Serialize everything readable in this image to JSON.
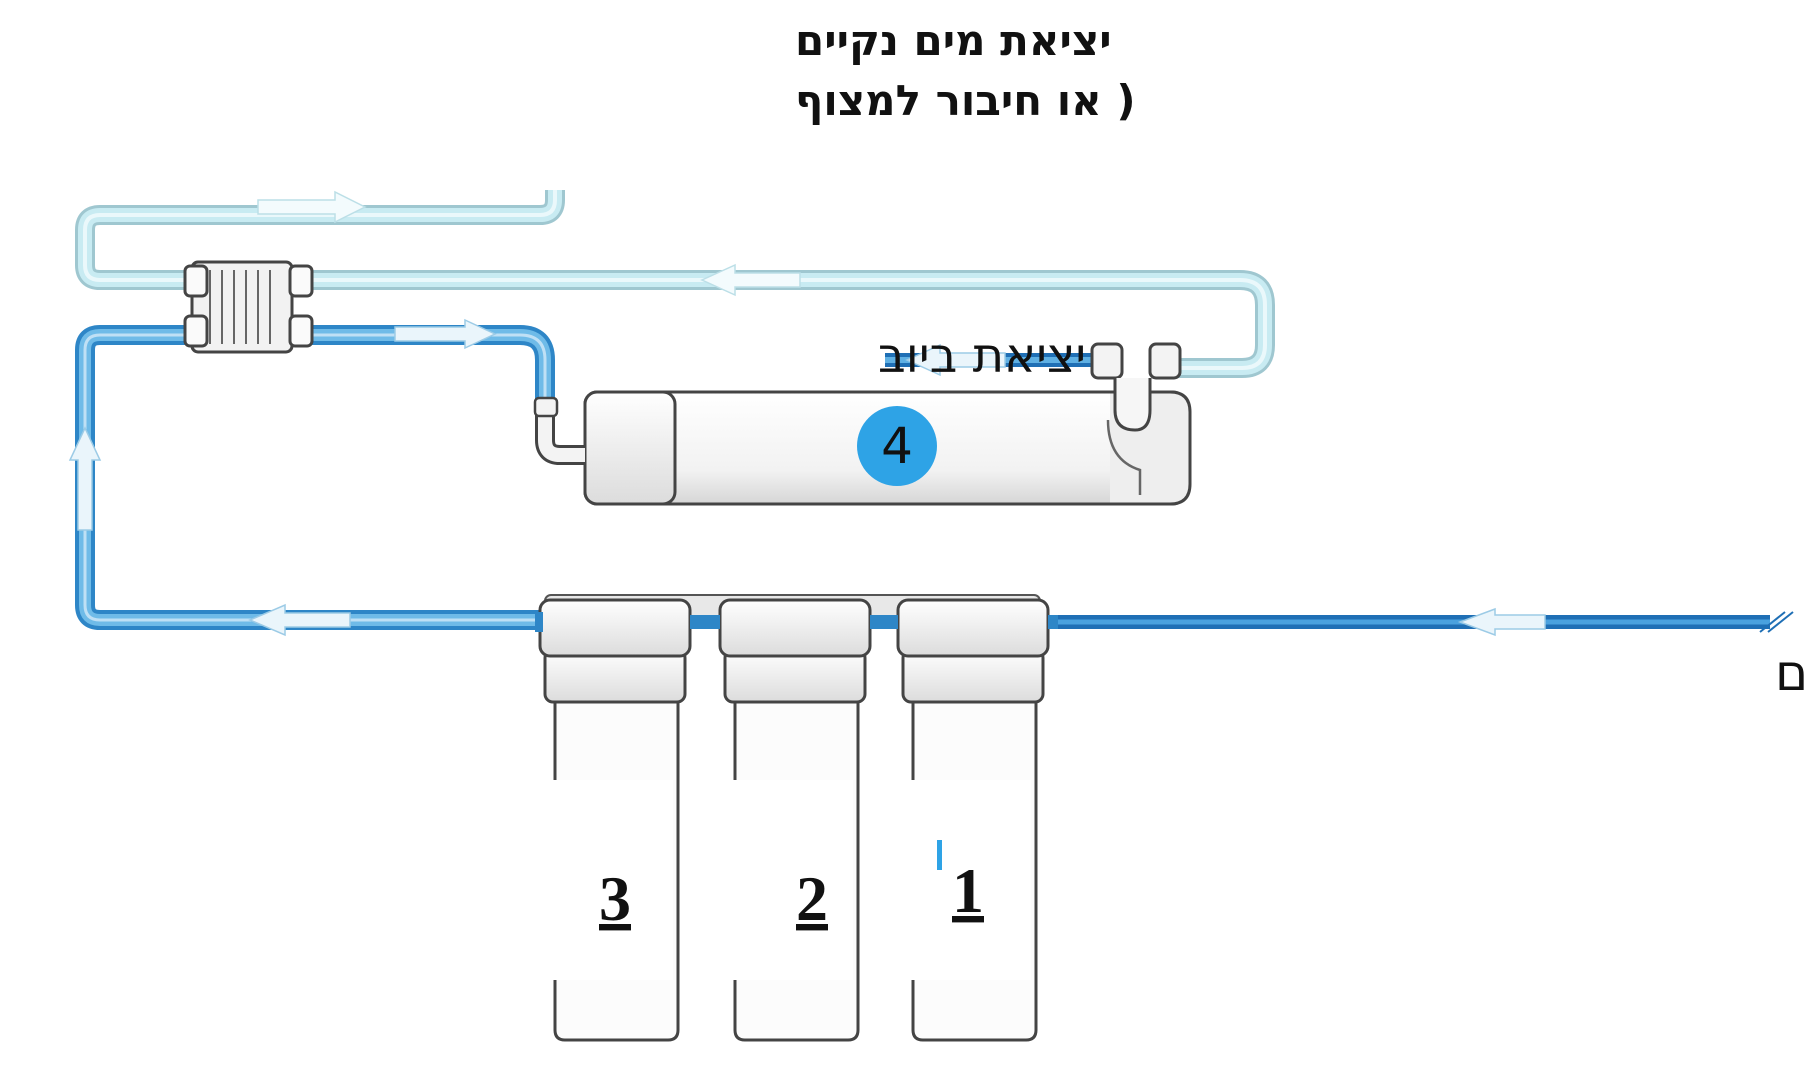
{
  "labels": {
    "clean_water_out_line1": "יציאת מים נקיים",
    "clean_water_out_line2": "( או חיבור למצוף",
    "drain_out": "יציאת ביוב",
    "water_in": "כניסת מים"
  },
  "filters": [
    {
      "number": "1"
    },
    {
      "number": "2"
    },
    {
      "number": "3"
    }
  ],
  "membrane": {
    "number": "4"
  },
  "colors": {
    "pipe_light": "#bfe4ec",
    "pipe_blue": "#2e93d1",
    "pipe_dark": "#1f6fb5",
    "badge": "#2ea3e6",
    "housing_fill": "#f4f4f4",
    "housing_stroke": "#555555"
  }
}
